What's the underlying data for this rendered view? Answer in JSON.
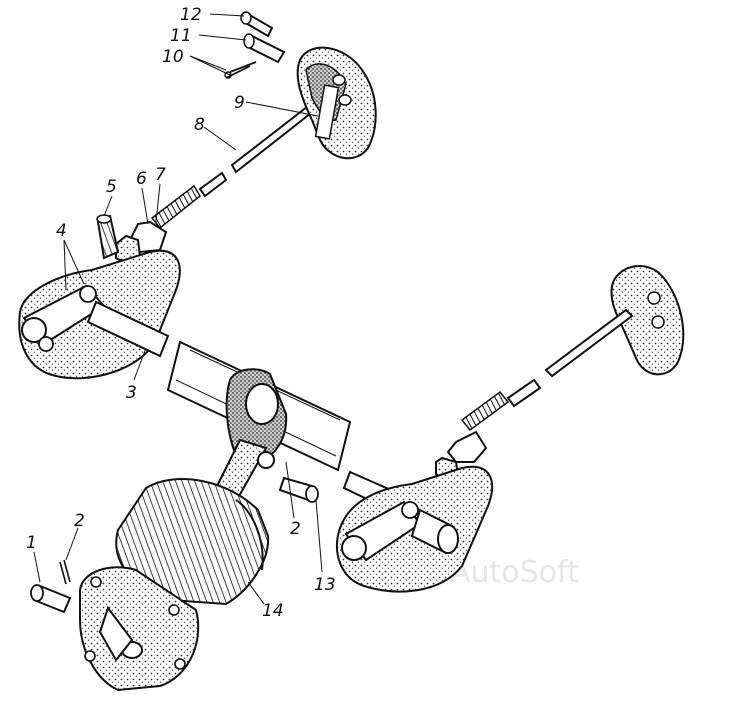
{
  "labels": {
    "l1": "1",
    "l2a": "2",
    "l2b": "2",
    "l3": "3",
    "l4": "4",
    "l5": "5",
    "l6": "6",
    "l7": "7",
    "l8": "8",
    "l9": "9",
    "l10": "10",
    "l11": "11",
    "l12": "12",
    "l13": "13",
    "l14": "14"
  },
  "watermark": "AutoSoft",
  "colors": {
    "ink": "#111111",
    "shade": "#8a8a8a",
    "paper": "#ffffff",
    "watermark": "#e6e6e6"
  }
}
